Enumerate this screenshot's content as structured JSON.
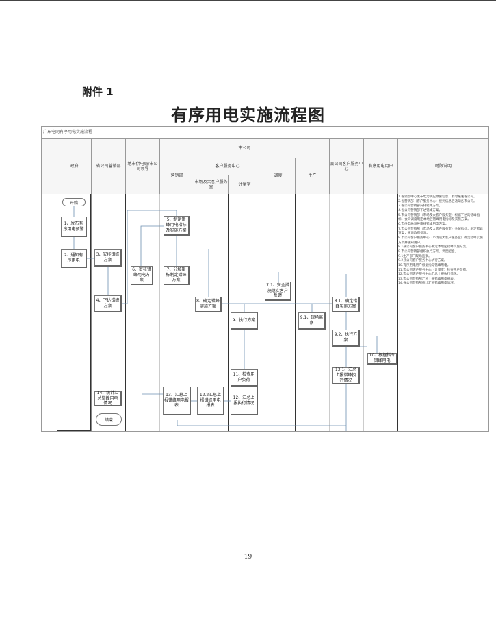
{
  "attachment_label": "附件 1",
  "title": "有序用电实施流程图",
  "page_number": "19",
  "flowchart": {
    "caption": "广东电网有序用电实施流程",
    "headers": {
      "government": "政府",
      "province_marketing": "省公司营销部",
      "city_leader": "地市供电局/市公司领导",
      "city_company": "市公司",
      "marketing": "营销部",
      "customer_center": "客户服务中心",
      "big_customer": "市场及大客户服务室",
      "metering": "计量室",
      "dispatch": "调度",
      "production": "生产",
      "county_center": "县公司客户服务中心",
      "users": "有序用电用户",
      "notes": "时限说明"
    },
    "start": "开始",
    "end": "结束",
    "steps": {
      "s1": "1、发布有序用电预警",
      "s2": "2、通知有序用电",
      "s3": "3、安排错峰方案",
      "s4": "4、下达错峰方案",
      "s5": "5、制定错峰用电指标及实施方案",
      "s6": "6、审核错峰用电方案",
      "s7": "7、分解指标制定错峰方案",
      "s71": "7.1、安全措施落实客户反馈",
      "s8": "8、确定错峰实施方案",
      "s81": "8.1、确定错峰实施方案",
      "s9": "9、执行方案",
      "s91": "9.1、现场监察",
      "s92": "9.2、执行方案",
      "s10": "10、根据指令错峰用电",
      "s11": "11、检查用户负荷",
      "s131": "13.1、汇总上报错峰执行情况",
      "s12": "12、汇总上报执行情况",
      "s122": "12.2汇总上报错峰用电报表",
      "s13": "13、汇总上报错峰用电报表",
      "s14": "14、统计汇总错峰用电情况"
    },
    "notes": [
      "1.省调度中心发布电力供应预警信息，及时报送省公司。",
      "2.省营销部（客户服务中心）接到信息后通知各市公司。",
      "3.省公司营销部安排错峰方案。",
      "4.省公司营销部下达错峰方案。",
      "5.市公司营销部（市场及大客户服务室）根据下达的错峰指标，会同调度制定本地区错峰用电指标及实施方案。",
      "6.市供电局领导审核错峰用电方案。",
      "7.市公司营销部（市场及大客户服务室）分解指标，制定错峰方案，报送政府批准。",
      "8.市公司客户服务中心（市场及大客户服务室）确定错峰实施方案并通知用户。",
      "8.1县公司客户服务中心确定本地区错峰实施方案。",
      "9.市公司营销部组织执行方案，调度配合。",
      "9.1生产部门现场监察。",
      "9.2县公司客户服务中心执行方案。",
      "10.有序用电用户根据指令错峰用电。",
      "11.市公司客户服务中心（计量室）检查用户负荷。",
      "12.市公司客户服务中心汇总上报执行情况。",
      "13.市公司营销部汇总上报错峰用电报表。",
      "14.省公司营销部统计汇总错峰用电情况。"
    ]
  }
}
